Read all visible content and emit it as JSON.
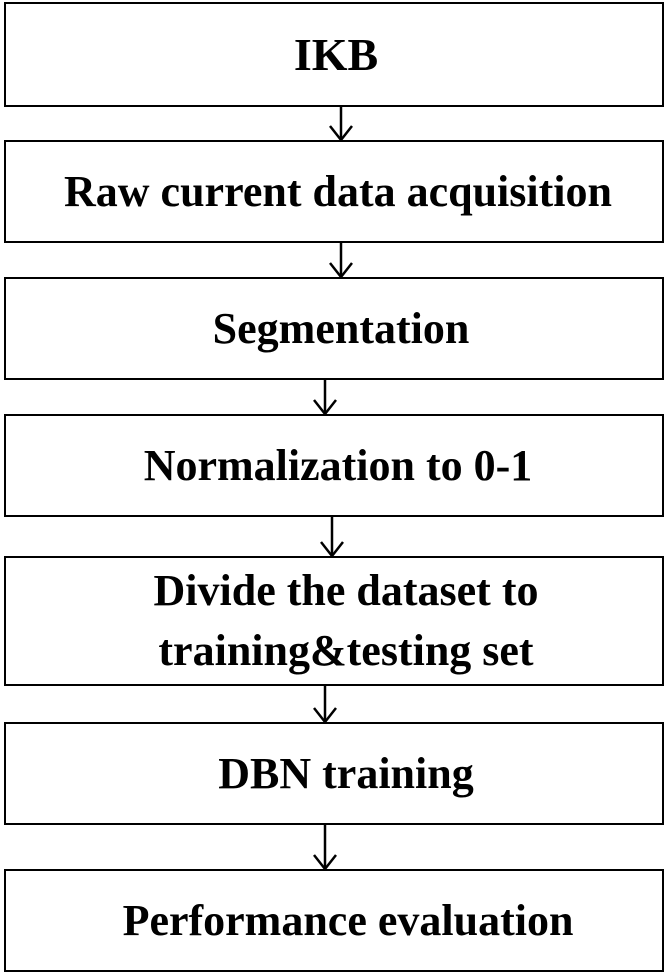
{
  "flowchart": {
    "steps": [
      {
        "label": "IKB"
      },
      {
        "label": "Raw current data acquisition"
      },
      {
        "label": "Segmentation"
      },
      {
        "label": "Normalization to 0-1"
      },
      {
        "label_lines": [
          "Divide the dataset to",
          "training&testing set"
        ]
      },
      {
        "label": "DBN training"
      },
      {
        "label": "Performance evaluation"
      }
    ]
  }
}
